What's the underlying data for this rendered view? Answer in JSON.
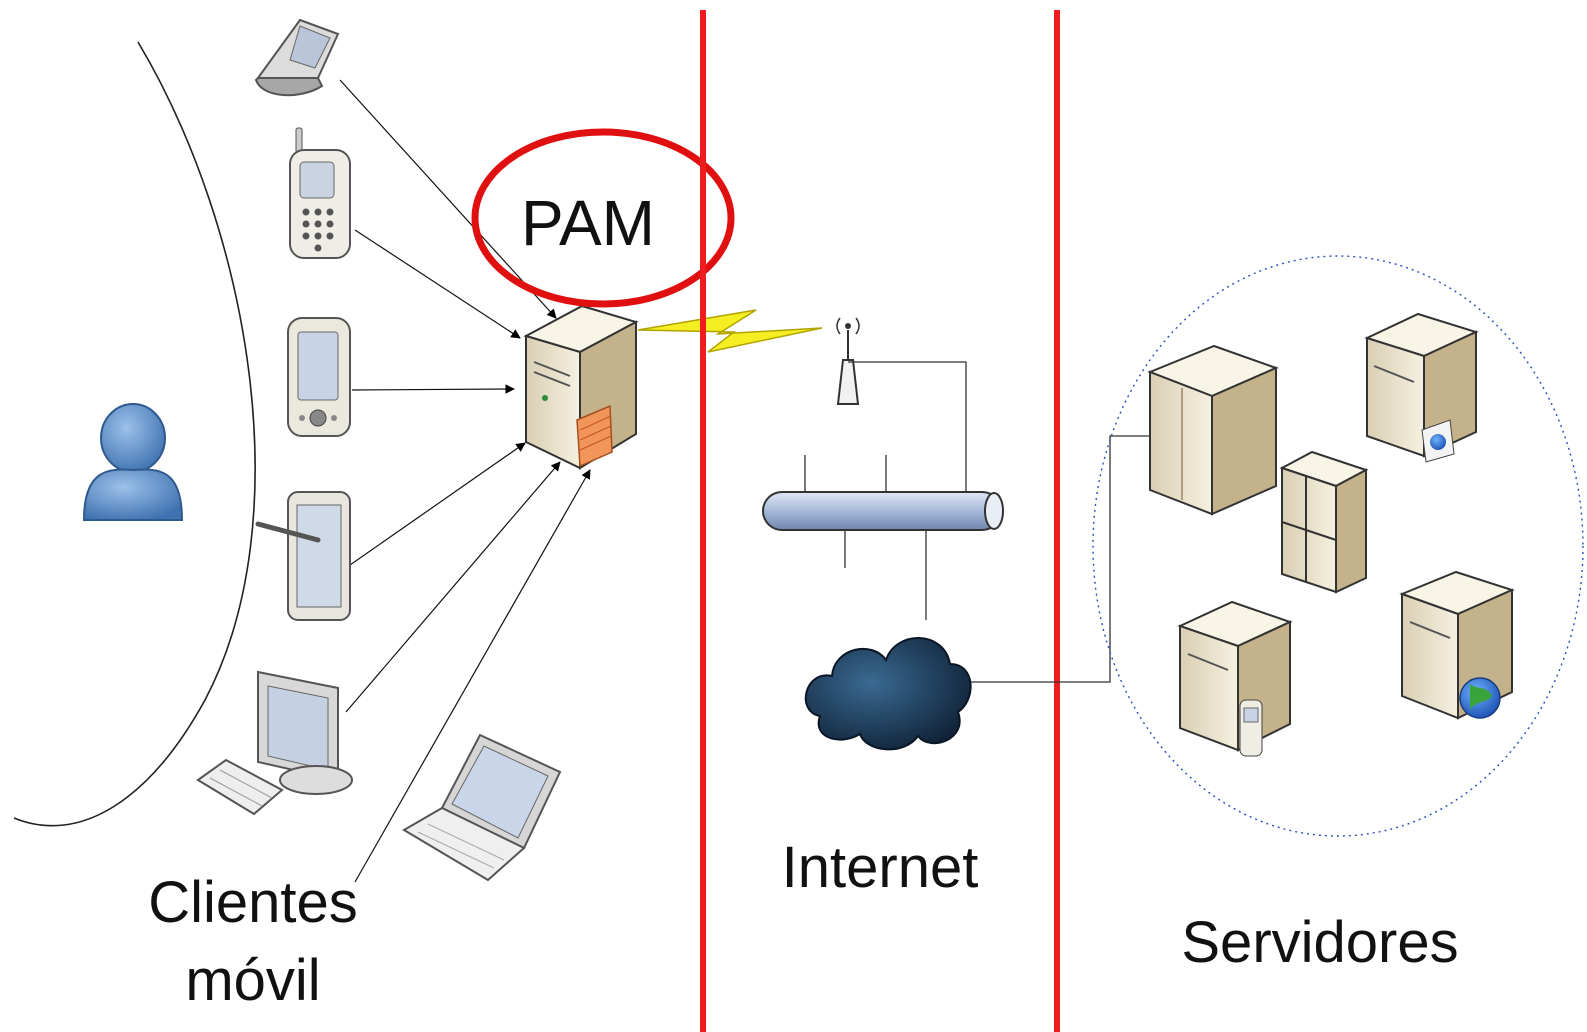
{
  "labels": {
    "pam": "PAM",
    "clients_line1": "Clientes",
    "clients_line2": "móvil",
    "internet": "Internet",
    "servers": "Servidores"
  },
  "colors": {
    "divider": "#ee1c1c",
    "pam_ring": "#e01010",
    "device_body": "#efe9d6",
    "device_shade": "#c9b896",
    "user": "#5b8fc9",
    "bus": "#a9bcd8",
    "cloud": "#1d3550",
    "lightning": "#f4ee22",
    "group_outline": "#2d4fb8"
  },
  "icons": {
    "user": "user-icon",
    "flip_phone": "flip-phone-icon",
    "cell_phone": "cell-phone-icon",
    "pda": "pda-icon",
    "tablet": "tablet-pen-icon",
    "desktop": "desktop-computer-icon",
    "laptop": "laptop-icon",
    "pam_server": "server-firewall-icon",
    "lightning": "wireless-link-icon",
    "antenna": "antenna-icon",
    "bus": "network-bus-icon",
    "cloud": "internet-cloud-icon",
    "servers": "server-icon"
  }
}
